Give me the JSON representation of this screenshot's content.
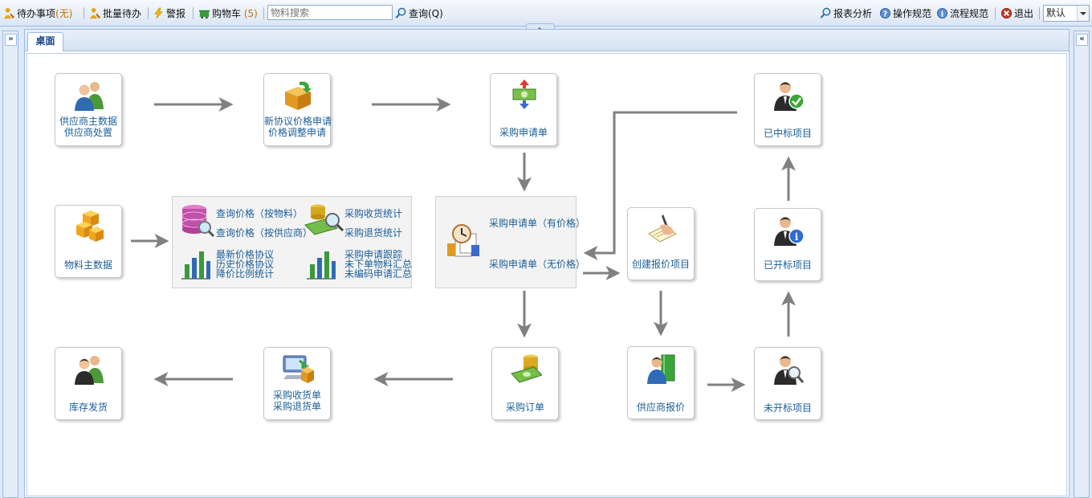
{
  "toolbar": {
    "todo": "待办事项",
    "todo_count": "(无)",
    "batch_todo": "批量待办",
    "alert": "警报",
    "cart": "购物车",
    "cart_count": "(5)",
    "search_placeholder": "物料搜索",
    "query": "查询(Q)",
    "report": "报表分析",
    "operation_rules": "操作规范",
    "process_rules": "流程规范",
    "logout": "退出",
    "select_value": "默认"
  },
  "tab": {
    "label": "桌面"
  },
  "side": {
    "left_btn": "»",
    "right_btn": "«"
  },
  "nodes": {
    "supplier_master": [
      "供应商主数据",
      "供应商处置"
    ],
    "new_agreement": [
      "新协议价格申请",
      "价格调整申请"
    ],
    "purchase_request": "采购申请单",
    "won_project": "已中标项目",
    "material_master": "物料主数据",
    "create_quote_project": "创建报价项目",
    "opened_project": "已开标项目",
    "inventory_shipping": "库存发货",
    "receipt_return": [
      "采购收货单",
      "采购退货单"
    ],
    "purchase_order": "采购订单",
    "supplier_quote": "供应商报价",
    "unopened_project": "未开标项目"
  },
  "query_group": {
    "price_by_material": "查询价格（按物料）",
    "price_by_supplier": "查询价格（按供应商）",
    "receipt_stats": "采购收货统计",
    "return_stats": "采购退货统计",
    "latest_agreement": "最新价格协议",
    "history_agreement": "历史价格协议",
    "price_reduction_stats": "降价比例统计",
    "request_tracking": "采购申请跟踪",
    "unordered_material": "未下单物料汇总",
    "uncoded_request": "未编码申请汇总"
  },
  "request_group": {
    "with_price": "采购申请单（有价格）",
    "without_price": "采购申请单（无价格）"
  },
  "colors": {
    "link": "#1b5d98",
    "arrow": "#808080",
    "panel_border": "#99bbe8",
    "tab_text": "#15428b"
  }
}
